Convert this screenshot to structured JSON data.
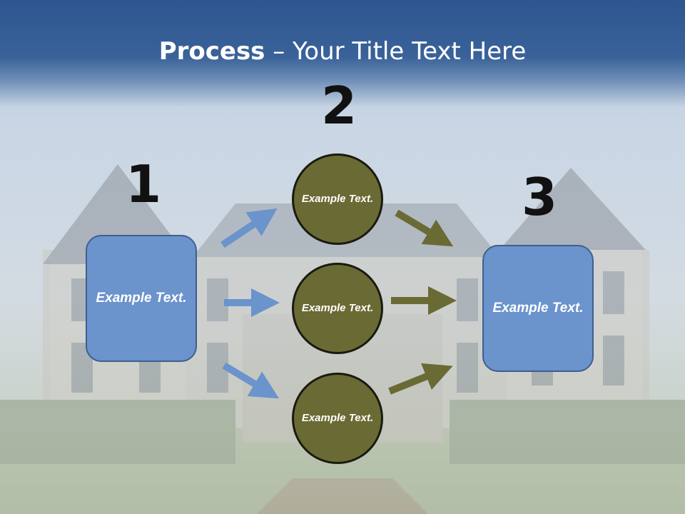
{
  "title": {
    "bold": "Process",
    "rest": " – Your Title Text Here"
  },
  "steps": [
    "1",
    "2",
    "3"
  ],
  "left_box": {
    "text": "Example Text."
  },
  "right_box": {
    "text": "Example Text."
  },
  "circles": [
    {
      "text": "Example Text."
    },
    {
      "text": "Example Text."
    },
    {
      "text": "Example Text."
    }
  ],
  "colors": {
    "header": "#2e5590",
    "box_fill": "#6b93cc",
    "circle_fill": "#6a6a34",
    "arrow_blue": "#6b93cc",
    "arrow_olive": "#6a6a34"
  }
}
